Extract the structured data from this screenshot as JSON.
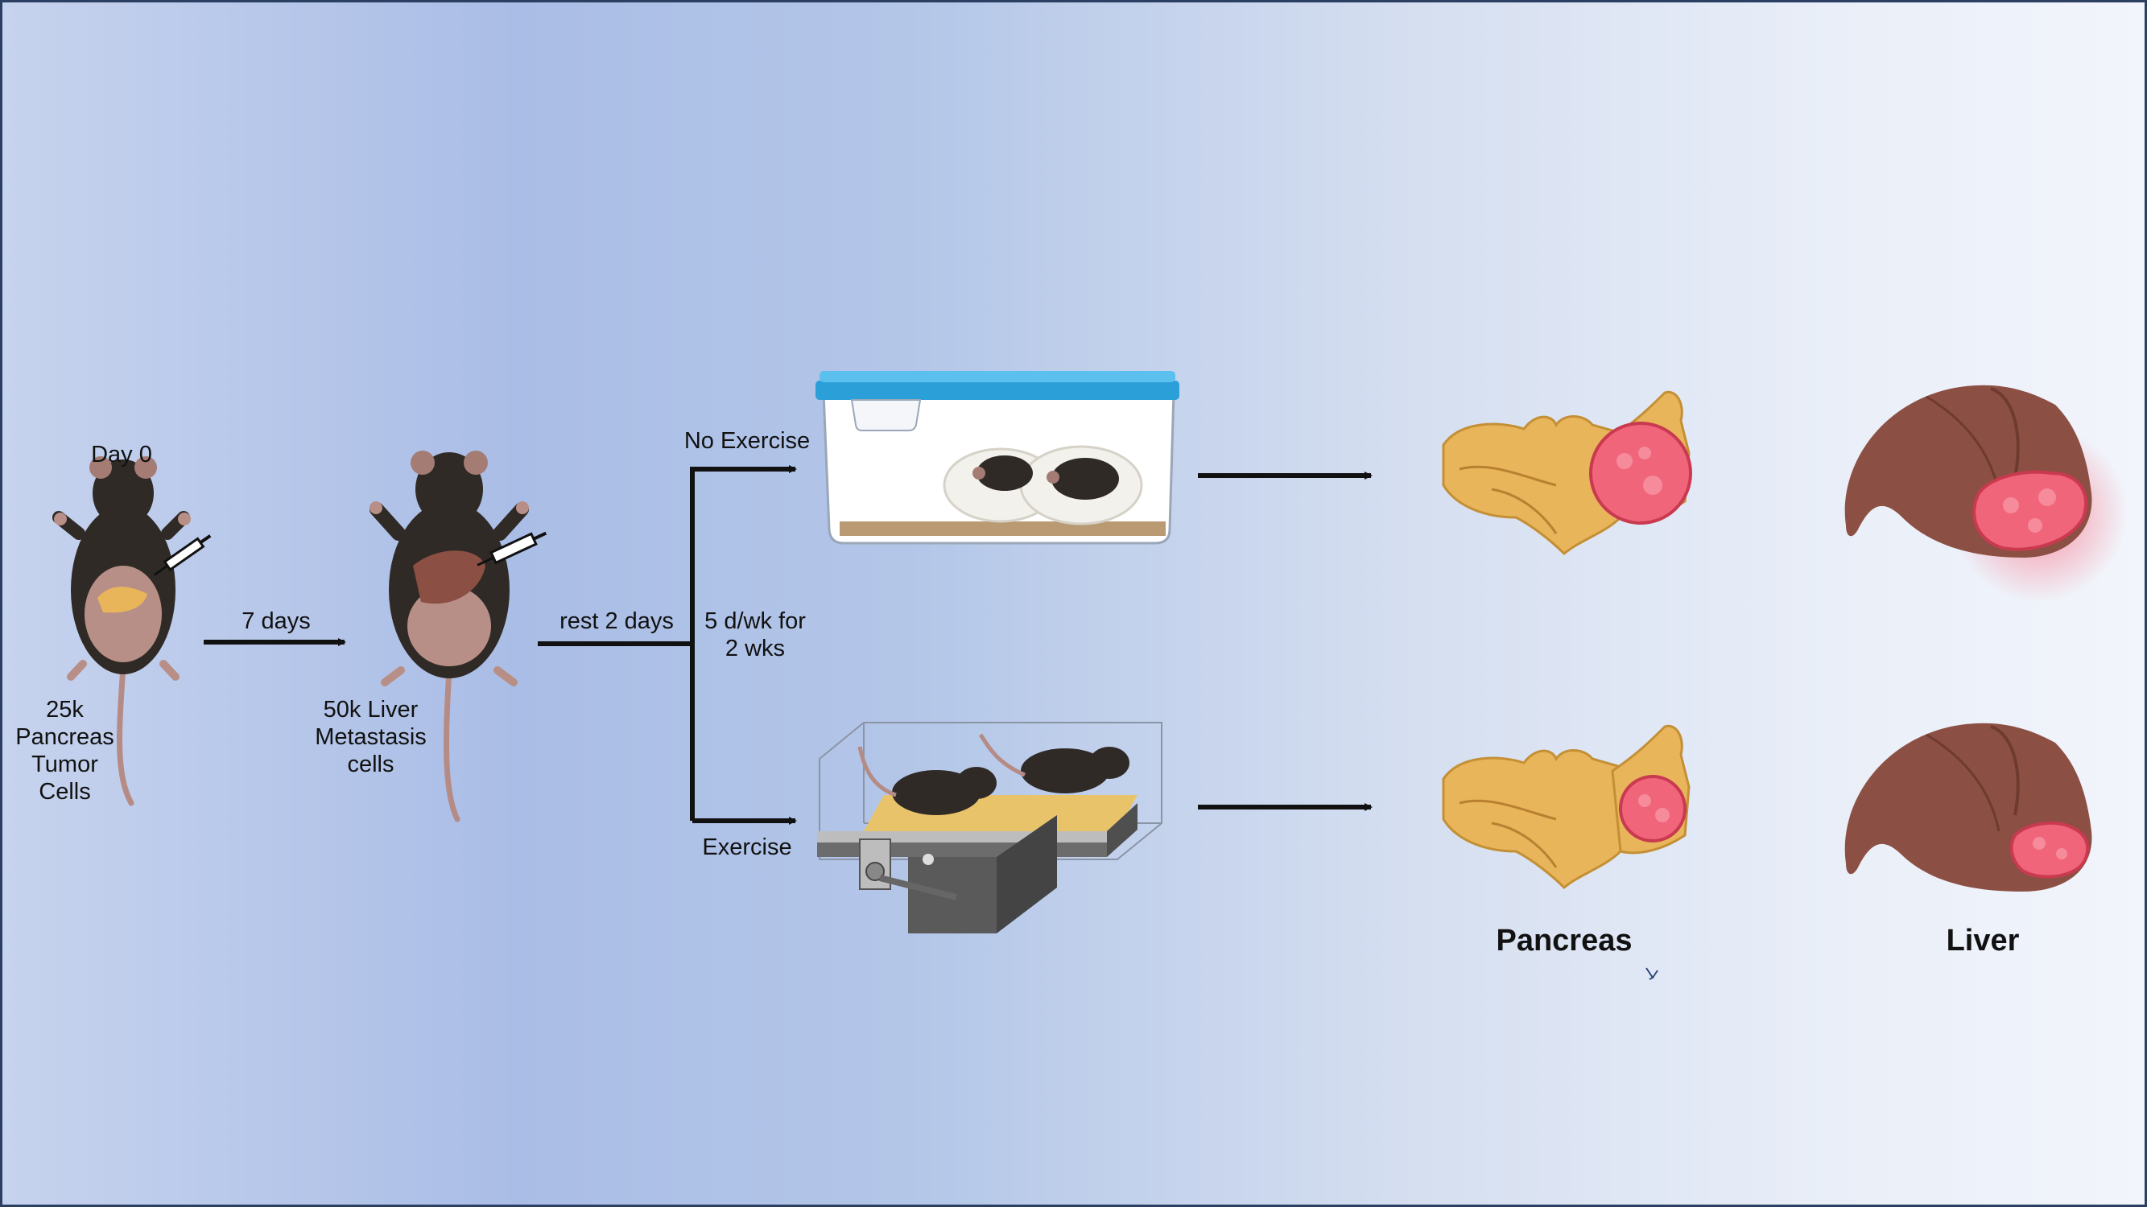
{
  "labels": {
    "day0": "Day 0",
    "pancreas_cells": [
      "25k",
      "Pancreas",
      "Tumor",
      "Cells"
    ],
    "days7": "7 days",
    "liver_cells": [
      "50k Liver",
      "Metastasis",
      "cells"
    ],
    "rest": "rest 2 days",
    "schedule": [
      "5 d/wk for",
      "2 wks"
    ],
    "no_exercise": "No Exercise",
    "exercise": "Exercise",
    "pancreas": "Pancreas",
    "liver": "Liver"
  },
  "icons": [
    "mouse-pancreas-injection-icon",
    "mouse-liver-injection-icon",
    "syringe-icon",
    "mouse-cage-icon",
    "treadmill-icon",
    "pancreas-tumor-icon",
    "liver-tumor-icon",
    "arrow-icon"
  ],
  "colors": {
    "arrow": "#111111",
    "mouse": "#2f2a26",
    "pancreas": "#e8b55a",
    "tumor": "#f0657a",
    "liver": "#8c4f43",
    "cage_lid": "#2a9fd8"
  }
}
